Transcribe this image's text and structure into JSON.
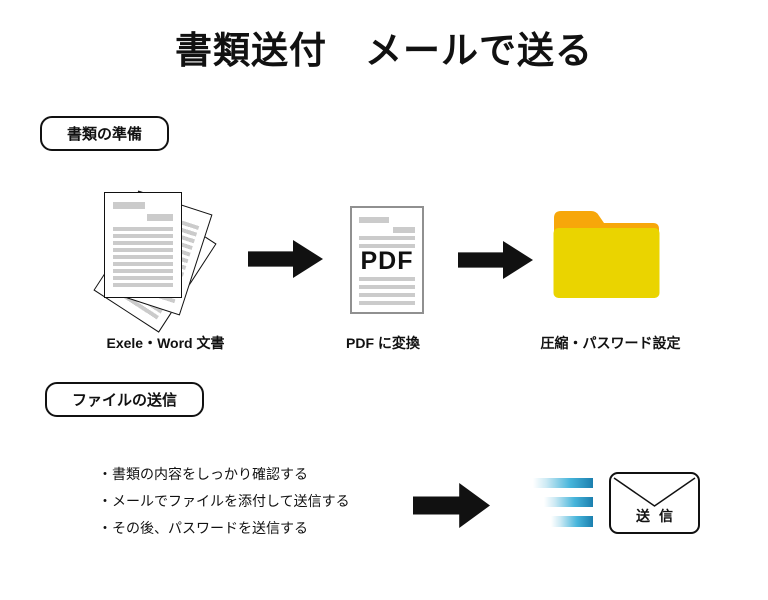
{
  "title": "書類送付　メールで送る",
  "sections": [
    {
      "label": "書類の準備"
    },
    {
      "label": "ファイルの送信"
    }
  ],
  "steps": [
    {
      "icon": "document-stack",
      "caption": "Exele・Word 文書"
    },
    {
      "icon": "pdf-document",
      "caption": "PDF に変換",
      "pdf_text": "PDF"
    },
    {
      "icon": "folder",
      "caption": "圧縮・パスワード設定"
    }
  ],
  "send": {
    "bullets": [
      "・書類の内容をしっかり確認する",
      "・メールでファイルを添付して送信する",
      "・その後、パスワードを送信する"
    ],
    "envelope_label": "送信"
  },
  "colors": {
    "ink": "#111111",
    "arrow": "#111111",
    "doc_line": "#cbcbcb",
    "pdf_border": "#909090",
    "folder_tab": "#f7a70a",
    "folder_body": "#ead400",
    "sl_light": "#cdeaf4",
    "sl_mid": "#47b5db",
    "sl_deep": "#1b7fae"
  }
}
